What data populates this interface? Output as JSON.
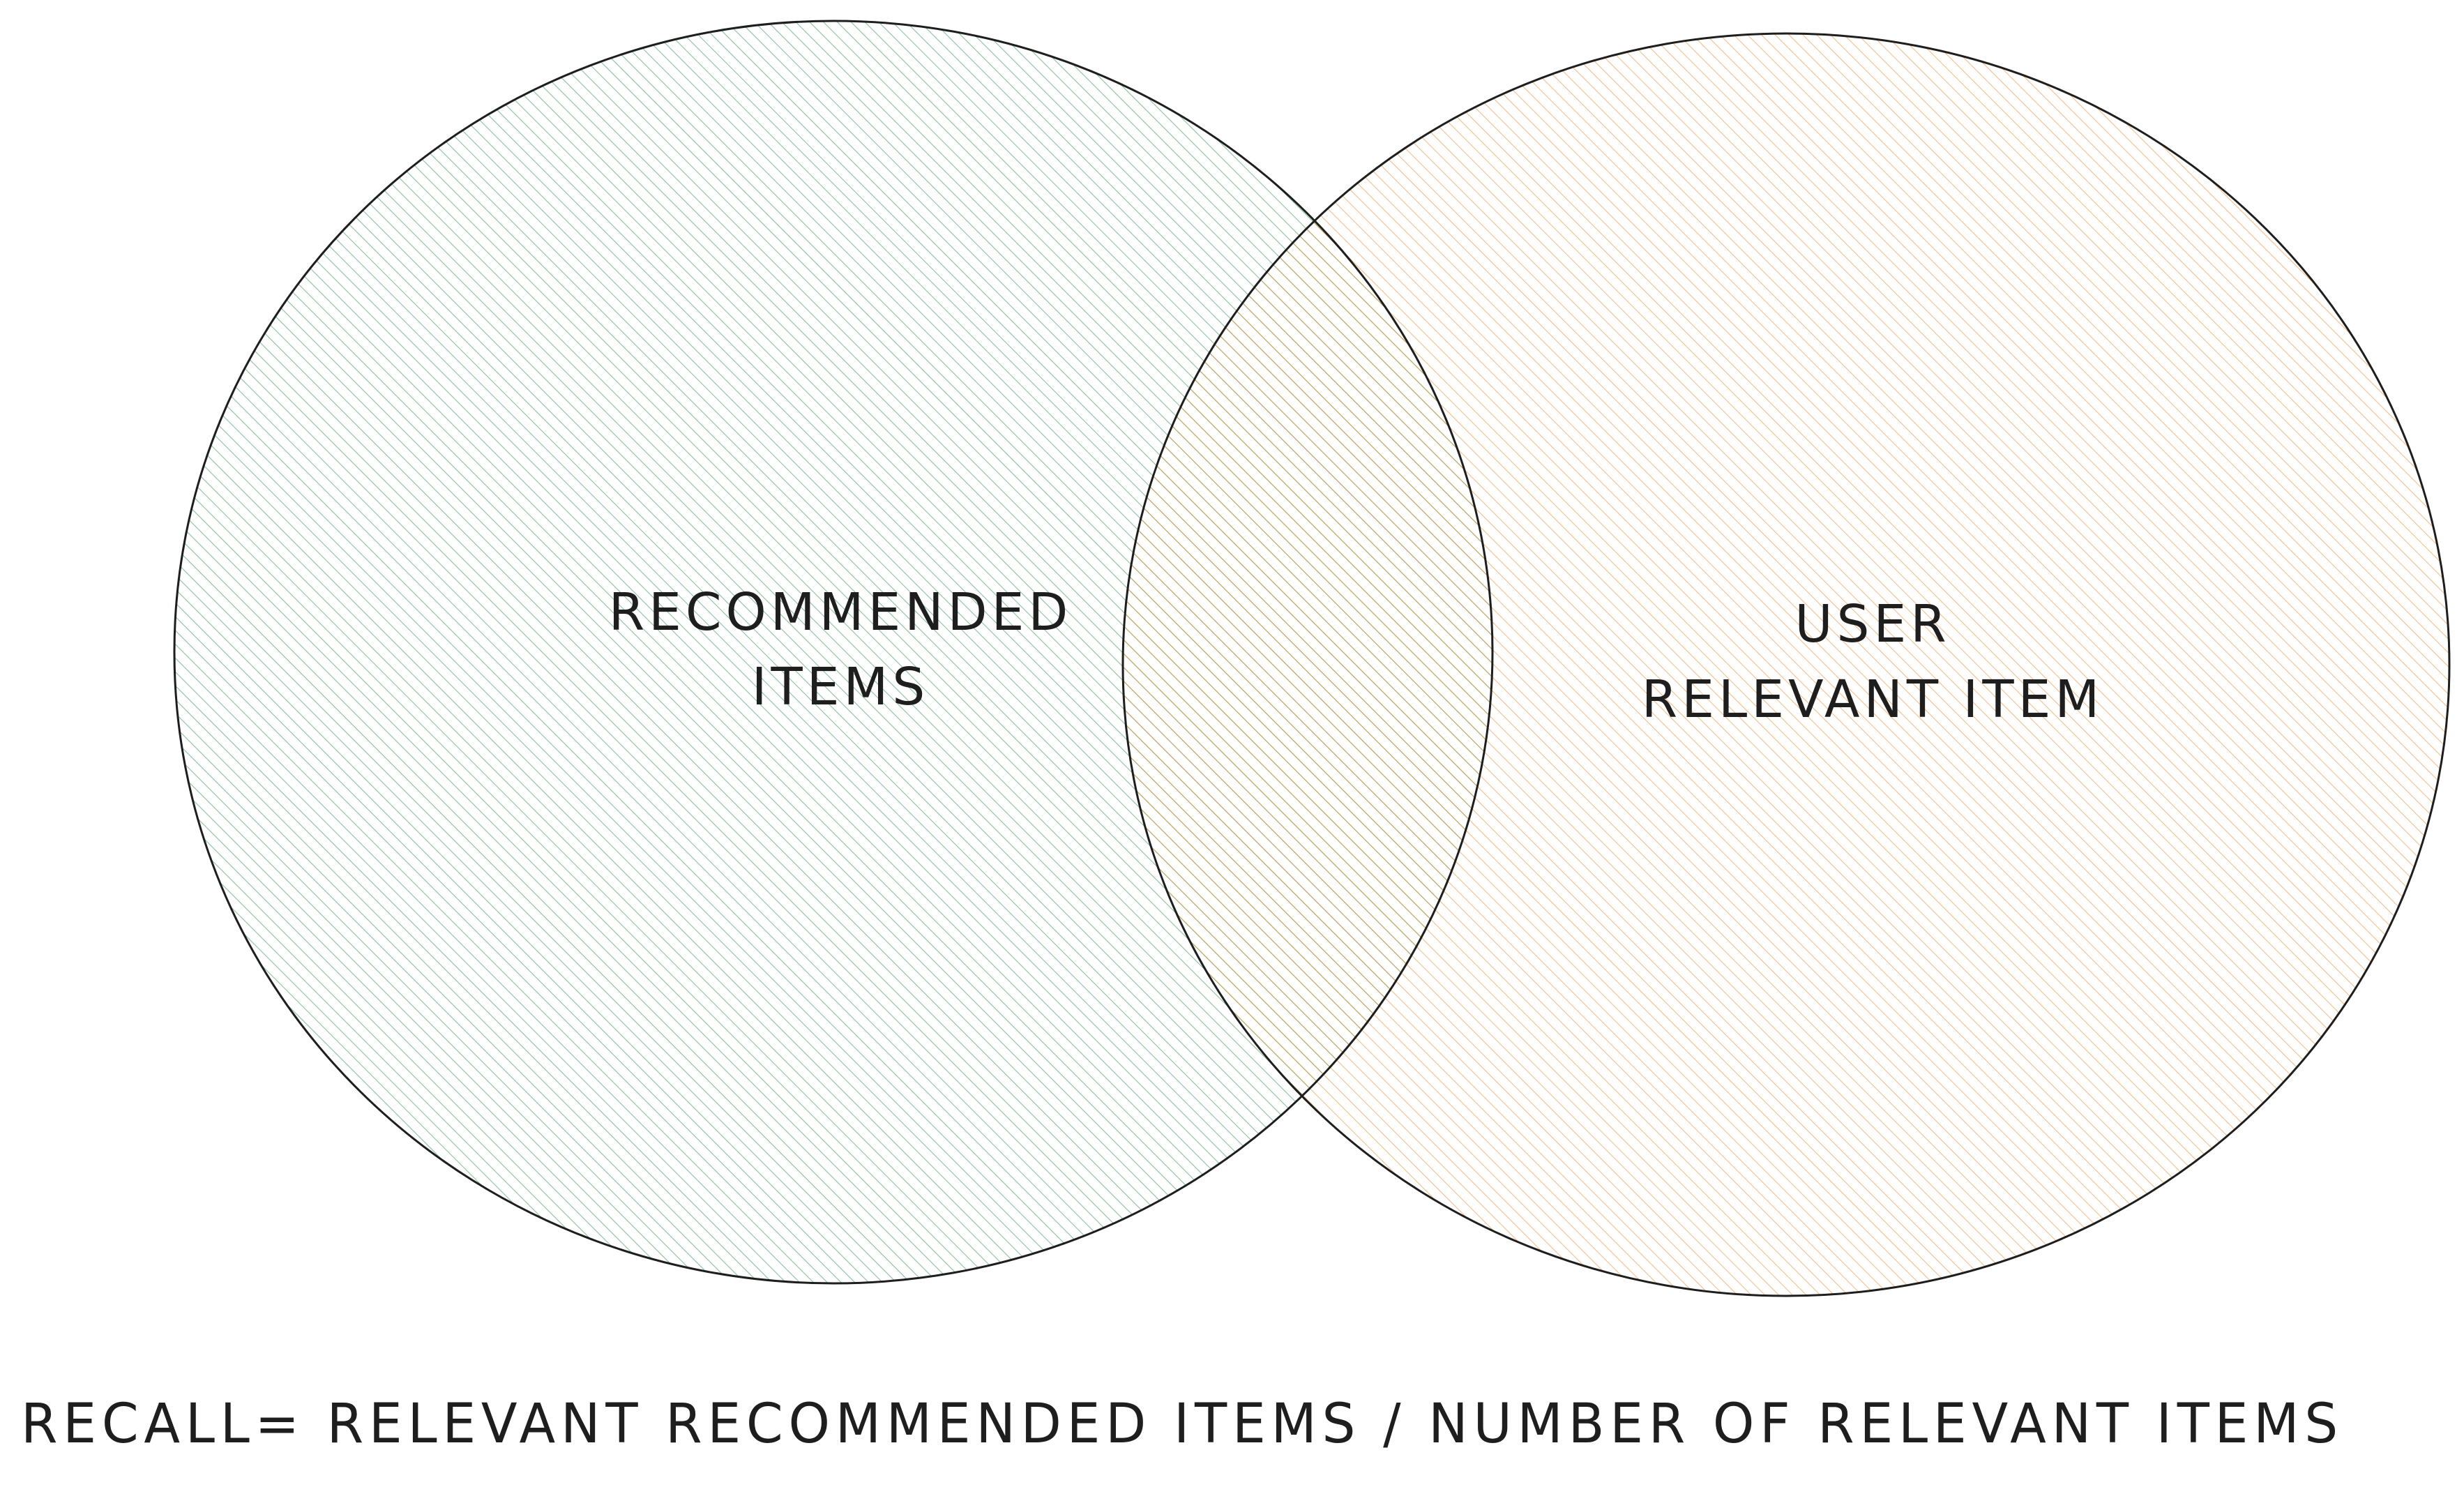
{
  "diagram": {
    "left_set": {
      "line1": "RECOMMENDED",
      "line2": "ITEMS",
      "color": "#2f8a4e"
    },
    "right_set": {
      "line1": "USER",
      "line2": "RELEVANT ITEM",
      "color": "#e8892a"
    },
    "formula": "RECALL= RELEVANT RECOMMENDED ITEMS / NUMBER OF RELEVANT ITEMS",
    "stroke_color": "#1e1e1e"
  }
}
